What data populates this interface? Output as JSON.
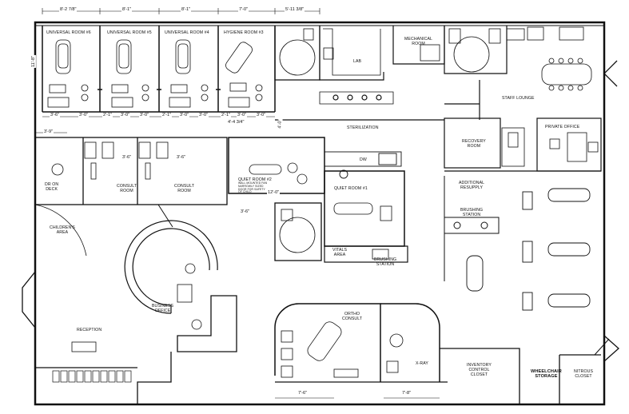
{
  "rooms": {
    "universal_room_6": "UNIVERSAL ROOM #6",
    "universal_room_5": "UNIVERSAL ROOM #5",
    "universal_room_4": "UNIVERSAL ROOM #4",
    "hygiene_room_3": "HYGIENE ROOM #3",
    "lab": "LAB",
    "mechanical_room": "MECHANICAL\nROOM",
    "staff_lounge": "STAFF LOUNGE",
    "sterilization": "STERILIZATION",
    "recovery_room": "RECOVERY\nROOM",
    "private_office": "PRIVATE OFFICE",
    "dr_on_deck": "DR ON\nDECK",
    "consult_room_left": "CONSULT\nROOM",
    "consult_room_right": "CONSULT\nROOM",
    "quiet_room_2": "QUIET ROOM #2",
    "quiet_room_1": "QUIET ROOM #1",
    "additional_resupply": "ADDITIONAL\nRESUPPLY",
    "brushing_station_right": "BRUSHING\nSTATION",
    "brushing_station_center": "BRUSHING\nSTATION",
    "vitals_area": "VITALS\nAREA",
    "childrens_area": "CHILDREN'S\nAREA",
    "business_office": "BUSINESS\nOFFICE",
    "reception": "RECEPTION",
    "ortho_consult": "ORTHO\nCONSULT",
    "x_ray": "X-RAY",
    "inventory_control_closet": "INVENTORY\nCONTROL\nCLOSET",
    "wheelchair_storage": "WHEELCHAIR\nSTORAGE",
    "nitrous_closet": "NITROUS\nCLOSET",
    "dw": "DW"
  },
  "dimensions": {
    "top_1": "8'-2 7/8\"",
    "top_2": "8'-1\"",
    "top_3": "8'-1\"",
    "top_4": "7'-0\"",
    "top_5": "5'-11 3/8\"",
    "left_height": "11'-8\"",
    "row_a": [
      "3'-6\"",
      "3'-0\"",
      "2'-1\"",
      "3'-0\"",
      "3'-0\"",
      "2'-1\"",
      "3'-0\"",
      "3'-0\"",
      "2'-1\"",
      "3'-0\"",
      "4'-4 3/4\"",
      "3'-0\""
    ],
    "dr_deck_width": "3'-9\"",
    "consult_left_width": "3'-6\"",
    "consult_right_width": "3'-6\"",
    "quiet2_width": "12'-0\"",
    "quiet2_corridor": "3'-6\"",
    "sterilization_vert": "4'-0\"",
    "bottom_left": "7'-6\"",
    "bottom_right": "7'-8\""
  },
  "notes": {
    "quiet_room_2_note": "WALL MOUNTED FAN\nNARROWLY SIZED\nDOOR FOR SAFETY\nOF CHILD"
  }
}
